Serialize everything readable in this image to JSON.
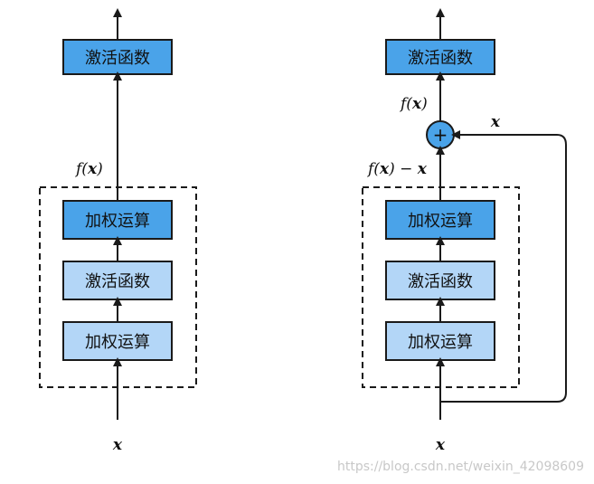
{
  "left": {
    "top_box": "激活函数",
    "block": [
      "加权运算",
      "激活函数",
      "加权运算"
    ],
    "fx_label_f": "f(",
    "fx_label_x": "x",
    "fx_label_close": ")",
    "input_label": "x"
  },
  "right": {
    "top_box": "激活函数",
    "block": [
      "加权运算",
      "激活函数",
      "加权运算"
    ],
    "fx_label_f": "f(",
    "fx_label_x": "x",
    "fx_label_close": ")",
    "residual_label_f": "f(",
    "residual_label_x": "x",
    "residual_label_rest": ") −",
    "residual_label_x2": "x",
    "skip_label": "x",
    "plus_symbol": "+",
    "input_label": "x"
  },
  "watermark": "https://blog.csdn.net/weixin_42098609",
  "colors": {
    "dark_box": "#4aa3e9",
    "light_box": "#b3d6f7",
    "stroke": "#1a1a1a"
  }
}
